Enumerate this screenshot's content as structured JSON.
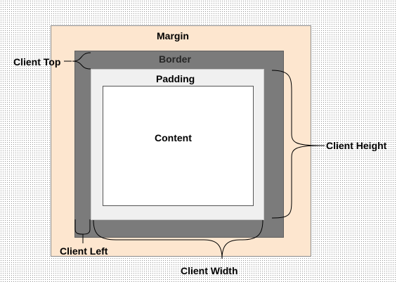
{
  "labels": {
    "margin": "Margin",
    "border": "Border",
    "padding": "Padding",
    "content": "Content",
    "client_top": "Client Top",
    "client_height": "Client Height",
    "client_left": "Client Left",
    "client_width": "Client Width"
  },
  "colors": {
    "margin_fill": "#fde6cf",
    "border_fill": "#7b7b7b",
    "padding_fill": "#f0f0f0",
    "content_fill": "#ffffff",
    "annotation_line": "#000000"
  }
}
